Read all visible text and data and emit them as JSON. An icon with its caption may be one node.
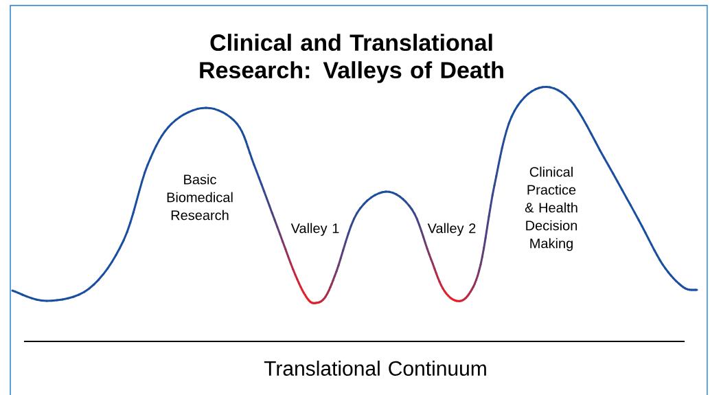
{
  "diagram": {
    "title": "Clinical and Translational Research: Valleys of Death",
    "labels": [
      "Basic Biomedical Research",
      "Valley 1",
      "Valley 2",
      "Clinical Practice & Health Decision Making",
      "Translational Continuum"
    ]
  }
}
